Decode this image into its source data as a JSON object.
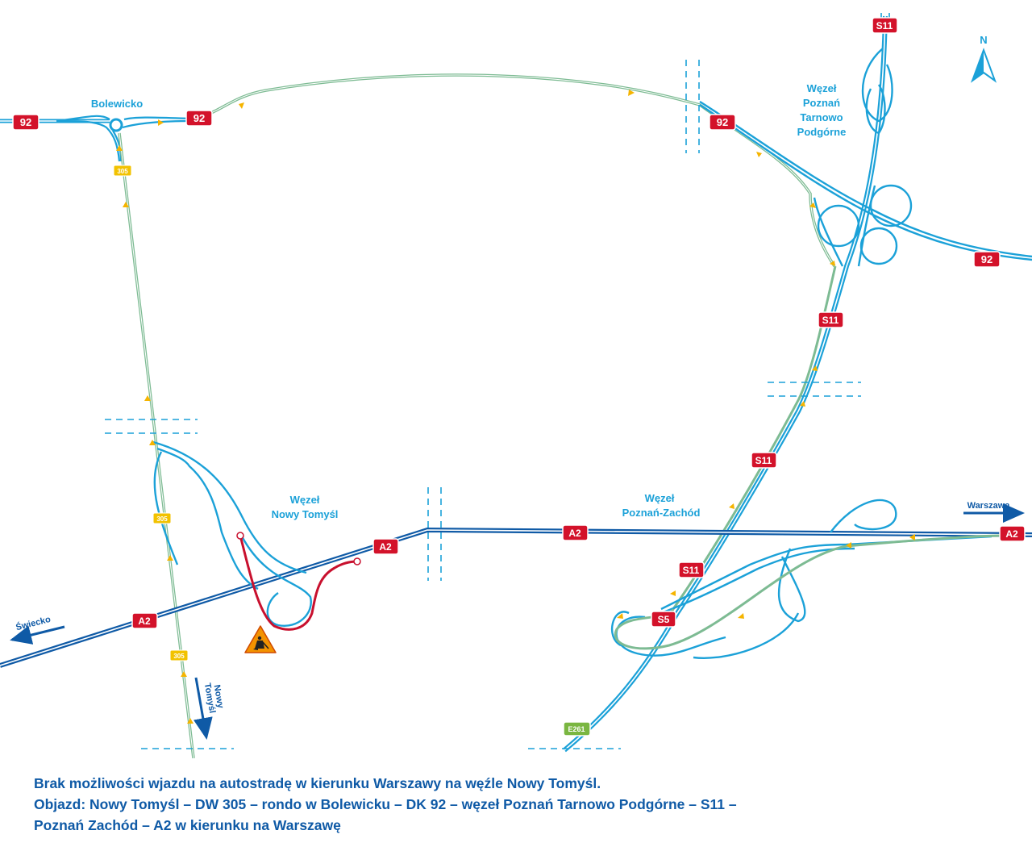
{
  "colors": {
    "ramp": "#1ba1d8",
    "motorway": "#0f5aa6",
    "detour": "#7dbb93",
    "arrow": "#f5b400",
    "shield_red": "#d3122a",
    "shield_yellow": "#f2c200",
    "shield_green": "#7ab641",
    "closed": "#c8102e",
    "label": "#1ba1d8",
    "caption": "#0f5aa6"
  },
  "compass": {
    "label": "N"
  },
  "places": {
    "bolewicko": "Bolewicko",
    "tarnowo": [
      "Węzeł",
      "Poznań",
      "Tarnowo",
      "Podgórne"
    ],
    "nowy_tomysl_junction": [
      "Węzeł",
      "Nowy Tomyśl"
    ],
    "poznan_zachod": [
      "Węzeł",
      "Poznań-Zachód"
    ]
  },
  "directions": {
    "warszawa": "Warszawa",
    "swiecko": "Świecko",
    "nowy_tomysl": [
      "Nowy",
      "Tomyśl"
    ]
  },
  "shields": {
    "r92_west": "92",
    "r92_bolewicko": "92",
    "r92_north": "92",
    "r92_east": "92",
    "s11_top": "S11",
    "s11_mid": "S11",
    "s11_low": "S11",
    "s11_bottom": "S11",
    "a2_swiecko": "A2",
    "a2_nt": "A2",
    "a2_mid": "A2",
    "a2_east": "A2",
    "s5": "S5",
    "e261": "E261",
    "dw305_top": "305",
    "dw305_mid": "305",
    "dw305_low": "305"
  },
  "caption": {
    "line1": "Brak możliwości wjazdu na autostradę w kierunku Warszawy na węźle Nowy Tomyśl.",
    "line2": "Objazd: Nowy Tomyśl – DW 305 – rondo w Bolewicku – DK 92 – węzeł Poznań Tarnowo Podgórne – S11 –",
    "line3": "Poznań Zachód – A2 w kierunku na Warszawę"
  }
}
